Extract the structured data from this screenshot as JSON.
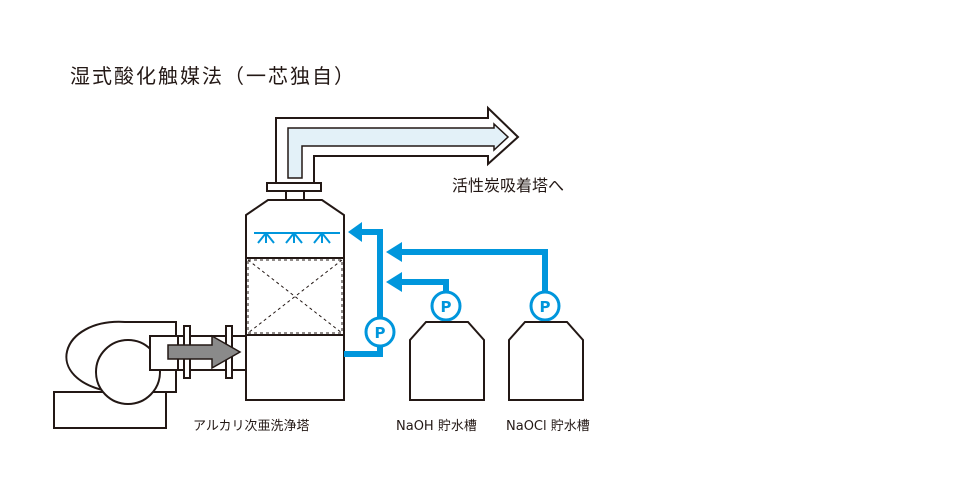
{
  "title": "湿式酸化触媒法（一芯独自）",
  "labels": {
    "destination": "活性炭吸着塔へ",
    "scrubber": "アルカリ次亜洗浄塔",
    "naoh_tank": "NaOH 貯水槽",
    "naocl_tank": "NaOCl 貯水槽"
  },
  "pump_letter": "P",
  "colors": {
    "line": "#231815",
    "chemical": "#0096dc",
    "gas_arrow": "#8a8a8a",
    "exhaust_fill": "#e3f1f8"
  }
}
